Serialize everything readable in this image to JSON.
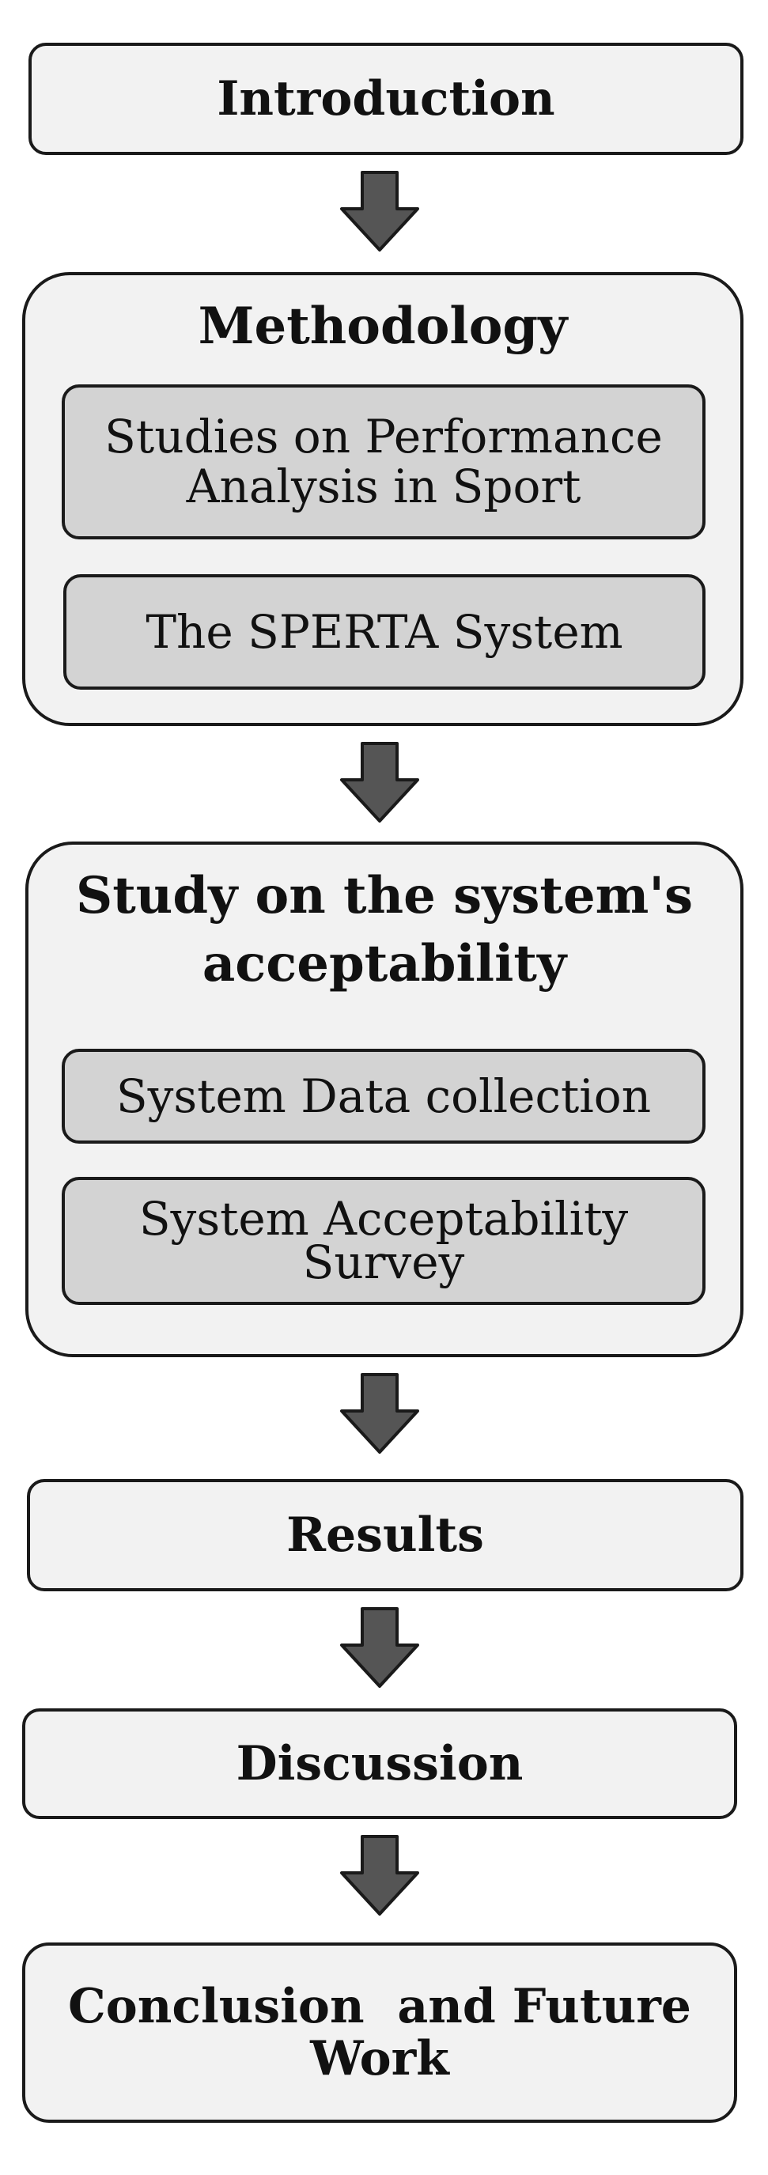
{
  "stages": {
    "introduction": "Introduction",
    "methodology": {
      "title": "Methodology",
      "items": [
        "Studies on Performance Analysis in Sport",
        "The SPERTA System"
      ]
    },
    "acceptability": {
      "title": "Study on the system's acceptability",
      "items": [
        "System Data collection",
        "System Acceptability Survey"
      ]
    },
    "results": "Results",
    "discussion": "Discussion",
    "conclusion": "Conclusion  and Future Work"
  },
  "colors": {
    "box_fill": "#f2f2f2",
    "inner_fill": "#d3d3d3",
    "border": "#1a1a1a",
    "arrow_fill": "#555555"
  }
}
